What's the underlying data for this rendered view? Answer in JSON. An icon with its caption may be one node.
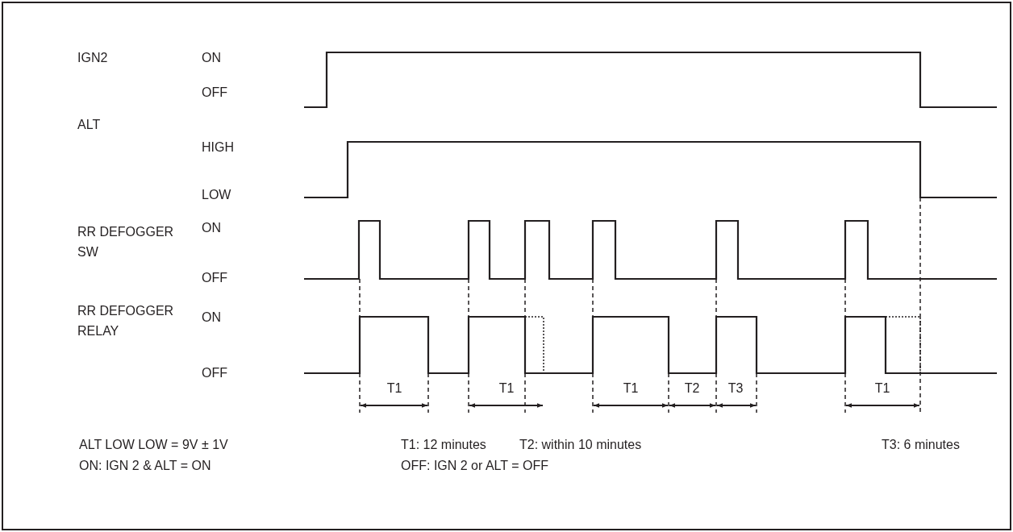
{
  "diagram": {
    "labels": [
      "IGN2",
      "ON",
      "OFF",
      "ALT",
      "HIGH",
      "LOW",
      "RR DEFOGGER SW",
      "ON",
      "OFF",
      "RR DEFOGGER RELAY",
      "ON",
      "OFF",
      "T1",
      "T1",
      "T1",
      "T2",
      "T3",
      "T1",
      "ALT LOW LOW = 9V ± 1V",
      "T1: 12 minutes",
      "T2: within 10 minutes",
      "T3: 6 minutes",
      "ON: IGN 2 & ALT = ON",
      "OFF: IGN 2 or ALT = OFF"
    ]
  }
}
